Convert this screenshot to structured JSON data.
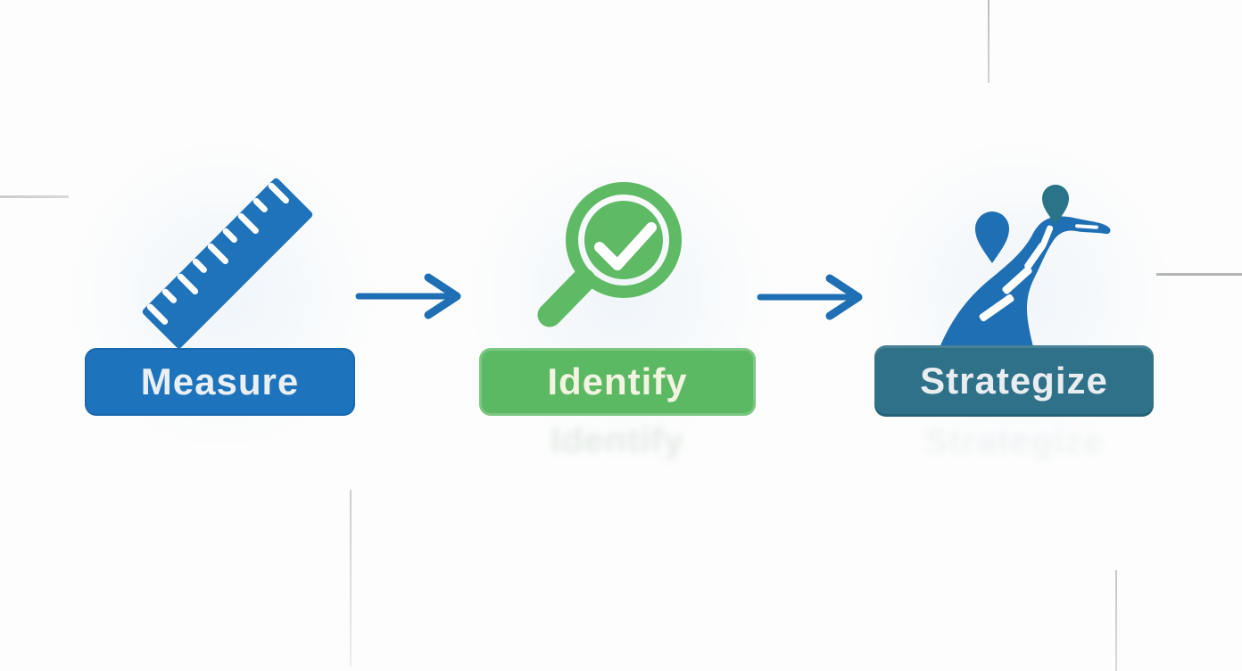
{
  "steps": [
    {
      "id": "measure",
      "label": "Measure",
      "icon": "ruler-icon",
      "button_color": "#1e74bc",
      "icon_color": "#1e73ba",
      "text_color": "#eaeff3"
    },
    {
      "id": "identify",
      "label": "Identify",
      "icon": "magnifier-check-icon",
      "button_color": "#5cb963",
      "icon_color": "#5eba64",
      "text_color": "#f2f3e0"
    },
    {
      "id": "strategize",
      "label": "Strategize",
      "icon": "winding-road-icon",
      "button_color": "#2e7189",
      "icon_color": "#1e6fb4",
      "pin_color_left": "#1e6fb4",
      "pin_color_right": "#2a7389",
      "text_color": "#e9edf0"
    }
  ],
  "connectors": [
    {
      "id": "arrow-1",
      "type": "arrow-right",
      "color": "#1e6fb4"
    },
    {
      "id": "arrow-2",
      "type": "arrow-right",
      "color": "#1e6fb4"
    }
  ],
  "palette": {
    "background": "#fdfdfd",
    "decor_line_gray": "#c6c6c6",
    "road_marking_white": "#ffffff"
  }
}
